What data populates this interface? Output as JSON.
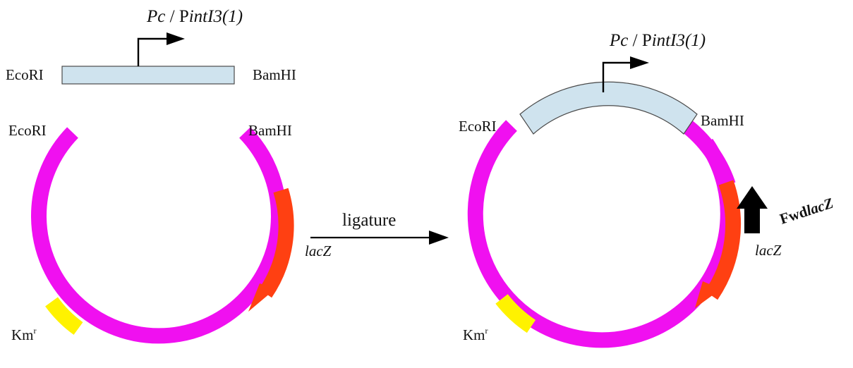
{
  "colors": {
    "backbone": "#f010f0",
    "insert": "#cfe3ee",
    "lacz": "#ff4012",
    "kmr": "#fff200",
    "outline": "#4a4a4a",
    "arrow": "#000000"
  },
  "icons": {
    "promoter_arrow": "bent-arrow-icon",
    "process_arrow": "right-arrow-icon",
    "primer_arrow": "up-arrow-icon"
  },
  "insert_fragment": {
    "promoter_prefix": "Pc",
    "promoter_sep": " / P",
    "promoter_name": "intI3(1)",
    "left_site": "EcoRI",
    "right_site": "BamHI"
  },
  "open_vector": {
    "left_site": "EcoRI",
    "right_site": "BamHI",
    "lacz": "lacZ",
    "km": "Km",
    "km_sup": "r"
  },
  "step": {
    "label": "ligature"
  },
  "recombinant": {
    "promoter_prefix": "Pc",
    "promoter_sep": " / P",
    "promoter_name": "intI3(1)",
    "left_site": "EcoRI",
    "right_site": "BamHI",
    "lacz": "lacZ",
    "km": "Km",
    "km_sup": "r",
    "primer_prefix": "Fwd",
    "primer_gene": "lacZ"
  }
}
